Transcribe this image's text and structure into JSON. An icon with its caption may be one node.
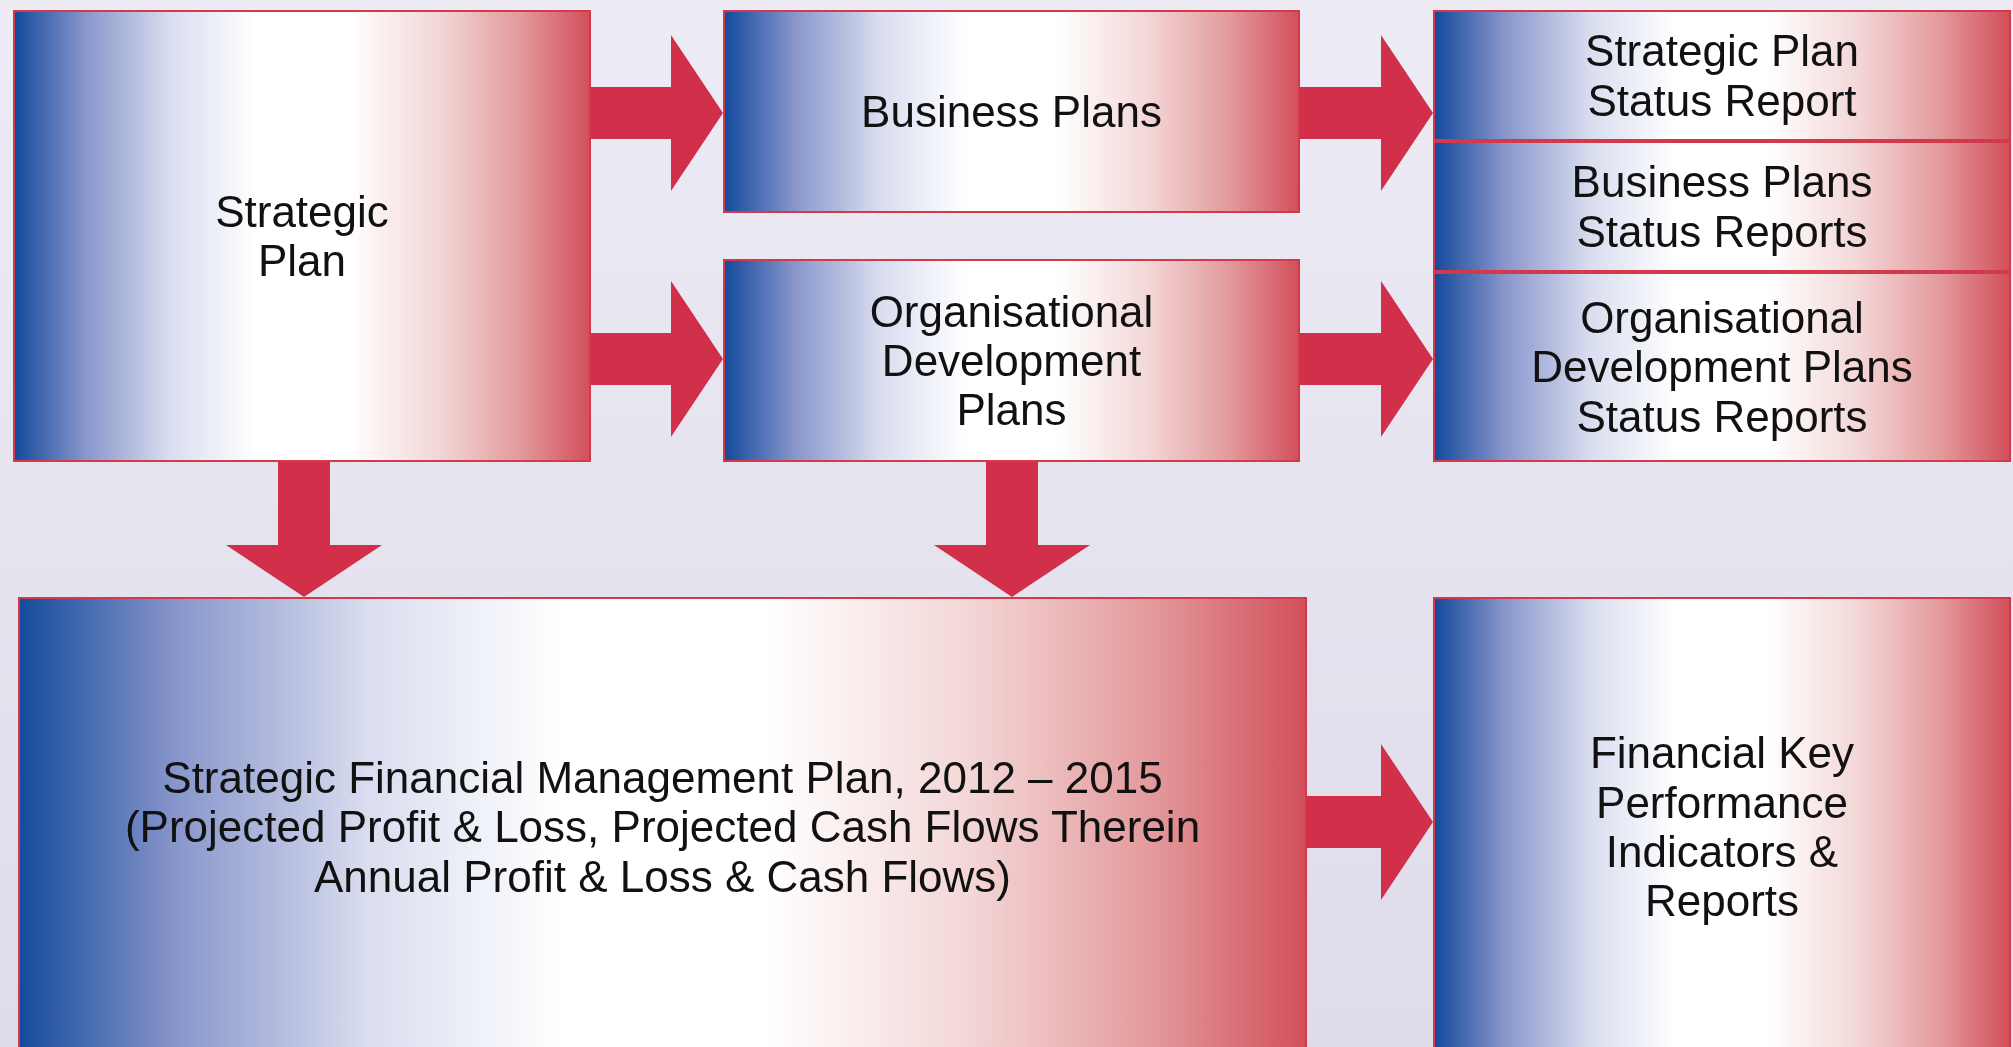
{
  "diagram": {
    "nodes": [
      {
        "text": [
          "Strategic Plan"
        ]
      },
      {
        "text": [
          "Business Plans"
        ]
      },
      {
        "text": [
          "Organisational Development Plans"
        ]
      },
      {
        "text": [
          "Strategic Plan Status Report"
        ]
      },
      {
        "text": [
          "Business Plans Status Reports"
        ]
      },
      {
        "text": [
          "Organisational Development Plans Status Reports"
        ]
      },
      {
        "text": [
          "Strategic Financial Management Plan, 2012 – 2015 (Projected Profit & Loss, Projected Cash Flows Therein Annual Profit & Loss & Cash Flows)"
        ]
      },
      {
        "text": [
          "Financial Key Performance Indicators & Reports"
        ]
      }
    ],
    "edges": [
      {
        "from": 0,
        "to": 1,
        "arrow": "to"
      },
      {
        "from": 0,
        "to": 2,
        "arrow": "to"
      },
      {
        "from": 1,
        "to": 3,
        "arrow": "to"
      },
      {
        "from": 2,
        "to": 5,
        "arrow": "to"
      },
      {
        "from": 0,
        "to": 6,
        "arrow": "to"
      },
      {
        "from": 2,
        "to": 6,
        "arrow": "to"
      },
      {
        "from": 6,
        "to": 7,
        "arrow": "to"
      }
    ]
  }
}
